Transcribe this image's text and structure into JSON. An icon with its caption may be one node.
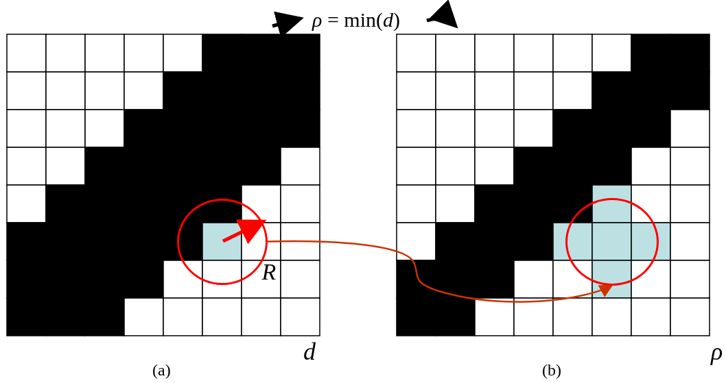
{
  "diagram": {
    "title": "*ρ* = min(*d*)",
    "nodes": [
      {
        "text": [],
        "shape": "circle",
        "beside": [
          "R"
        ]
      },
      {
        "text": [],
        "shape": "circle"
      }
    ],
    "edges": [
      {
        "from": 0,
        "to": 1,
        "arrow": "to"
      }
    ],
    "labels": [
      "d",
      "ρ",
      "(a)",
      "(b)"
    ]
  }
}
